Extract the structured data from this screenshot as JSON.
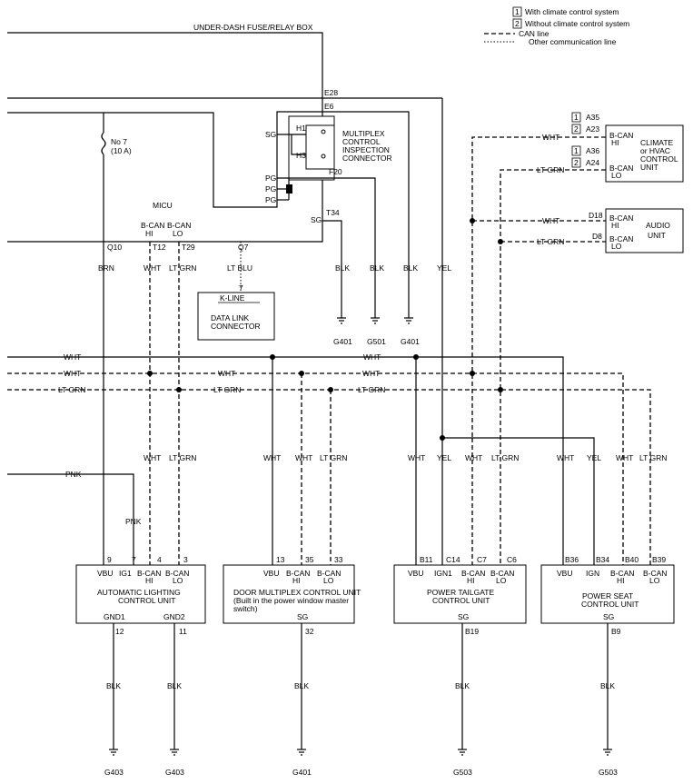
{
  "legend": {
    "item1_num": "1",
    "item1_text": "With climate control system",
    "item2_num": "2",
    "item2_text": "Without climate control system",
    "can_line": "CAN line",
    "other_line": "Other communication line"
  },
  "fusebox": {
    "title": "UNDER-DASH FUSE/RELAY BOX",
    "pin_e28": "E28",
    "pin_e6": "E6",
    "fuse_name": "No 7",
    "fuse_rating": "(10 A)",
    "micu": "MICU",
    "bcan_hi_a": "B-CAN",
    "bcan_hi_b": "HI",
    "bcan_lo_a": "B-CAN",
    "bcan_lo_b": "LO",
    "pin_q10": "Q10",
    "pin_t12": "T12",
    "pin_t29": "T29",
    "pin_q7": "Q7",
    "pin_f20": "F20",
    "pin_t34": "T34"
  },
  "mpx": {
    "name1": "MULTIPLEX",
    "name2": "CONTROL",
    "name3": "INSPECTION",
    "name4": "CONNECTOR",
    "sg": "SG",
    "h1": "H1",
    "h3": "H3",
    "pg1": "PG",
    "pg2": "PG",
    "pg3": "PG",
    "sg2": "SG"
  },
  "dlc": {
    "pin": "7",
    "kline": "K-LINE",
    "name1": "DATA LINK",
    "name2": "CONNECTOR"
  },
  "wires": {
    "brn": "BRN",
    "wht": "WHT",
    "ltgrn": "LT GRN",
    "ltblu": "LT BLU",
    "blk": "BLK",
    "yel": "YEL",
    "pnk": "PNK"
  },
  "grounds": {
    "g401": "G401",
    "g501": "G501",
    "g403": "G403",
    "g503": "G503"
  },
  "climate": {
    "ind1": "1",
    "pin_a35": "A35",
    "ind2": "2",
    "pin_a23": "A23",
    "ind3": "1",
    "pin_a36": "A36",
    "ind4": "2",
    "pin_a24": "A24",
    "bcan_hi_a": "B-CAN",
    "bcan_hi_b": "HI",
    "bcan_lo_a": "B-CAN",
    "bcan_lo_b": "LO",
    "name1": "CLIMATE",
    "name2": "or HVAC",
    "name3": "CONTROL",
    "name4": "UNIT"
  },
  "audio": {
    "pin_d18": "D18",
    "pin_d8": "D8",
    "bcan_hi_a": "B-CAN",
    "bcan_hi_b": "HI",
    "bcan_lo_a": "B-CAN",
    "bcan_lo_b": "LO",
    "name1": "AUDIO",
    "name2": "UNIT"
  },
  "alc": {
    "pin_9": "9",
    "pin_7": "7",
    "pin_4": "4",
    "pin_3": "3",
    "vbu": "VBU",
    "ig1": "IG1",
    "bcan_hi_a": "B-CAN",
    "bcan_hi_b": "HI",
    "bcan_lo_a": "B-CAN",
    "bcan_lo_b": "LO",
    "name1": "AUTOMATIC LIGHTING",
    "name2": "CONTROL UNIT",
    "gnd1": "GND1",
    "gnd2": "GND2",
    "pin_12": "12",
    "pin_11": "11"
  },
  "dmcu": {
    "pin_13": "13",
    "pin_35": "35",
    "pin_33": "33",
    "vbu": "VBU",
    "bcan_hi_a": "B-CAN",
    "bcan_hi_b": "HI",
    "bcan_lo_a": "B-CAN",
    "bcan_lo_b": "LO",
    "name1": "DOOR MULTIPLEX CONTROL UNIT",
    "name2": "(Built in the power window master",
    "name3": "switch)",
    "sg": "SG",
    "pin_32": "32"
  },
  "ptg": {
    "pin_b11": "B11",
    "pin_c14": "C14",
    "pin_c7": "C7",
    "pin_c6": "C6",
    "vbu": "VBU",
    "ign1": "IGN1",
    "bcan_hi_a": "B-CAN",
    "bcan_hi_b": "HI",
    "bcan_lo_a": "B-CAN",
    "bcan_lo_b": "LO",
    "name1": "POWER TAILGATE",
    "name2": "CONTROL UNIT",
    "sg": "SG",
    "pin_b19": "B19"
  },
  "pseat": {
    "pin_b36": "B36",
    "pin_b34": "B34",
    "pin_b40": "B40",
    "pin_b39": "B39",
    "vbu": "VBU",
    "ign": "IGN",
    "bcan_hi_a": "B-CAN",
    "bcan_hi_b": "HI",
    "bcan_lo_a": "B-CAN",
    "bcan_lo_b": "LO",
    "name1": "POWER SEAT",
    "name2": "CONTROL UNIT",
    "sg": "SG",
    "pin_b9": "B9"
  }
}
